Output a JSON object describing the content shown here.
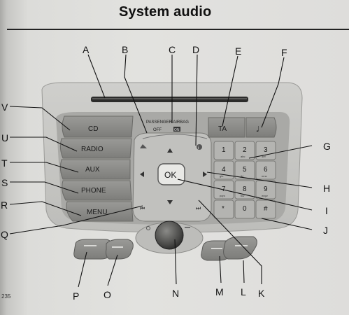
{
  "page": {
    "title": "System audio",
    "page_number": "235"
  },
  "panel": {
    "left_buttons": [
      "CD",
      "RADIO",
      "AUX",
      "PHONE",
      "MENU"
    ],
    "passenger_airbag": "PASSENGER AIRBAG",
    "airbag_off": "OFF",
    "airbag_on": "ON",
    "ta_label": "TA",
    "ok_label": "OK",
    "keypad": [
      "1",
      "2",
      "3",
      "4",
      "5",
      "6",
      "7",
      "8",
      "9",
      "*",
      "0",
      "#"
    ],
    "keypad_sub": [
      "",
      "abc",
      "def",
      "ghi",
      "jkl",
      "mno",
      "pqrs",
      "tuv",
      "wxyz",
      "",
      "",
      ""
    ]
  },
  "callouts": [
    "A",
    "B",
    "C",
    "D",
    "E",
    "F",
    "G",
    "H",
    "I",
    "J",
    "K",
    "L",
    "M",
    "N",
    "O",
    "P",
    "Q",
    "R",
    "S",
    "T",
    "U",
    "V"
  ]
}
